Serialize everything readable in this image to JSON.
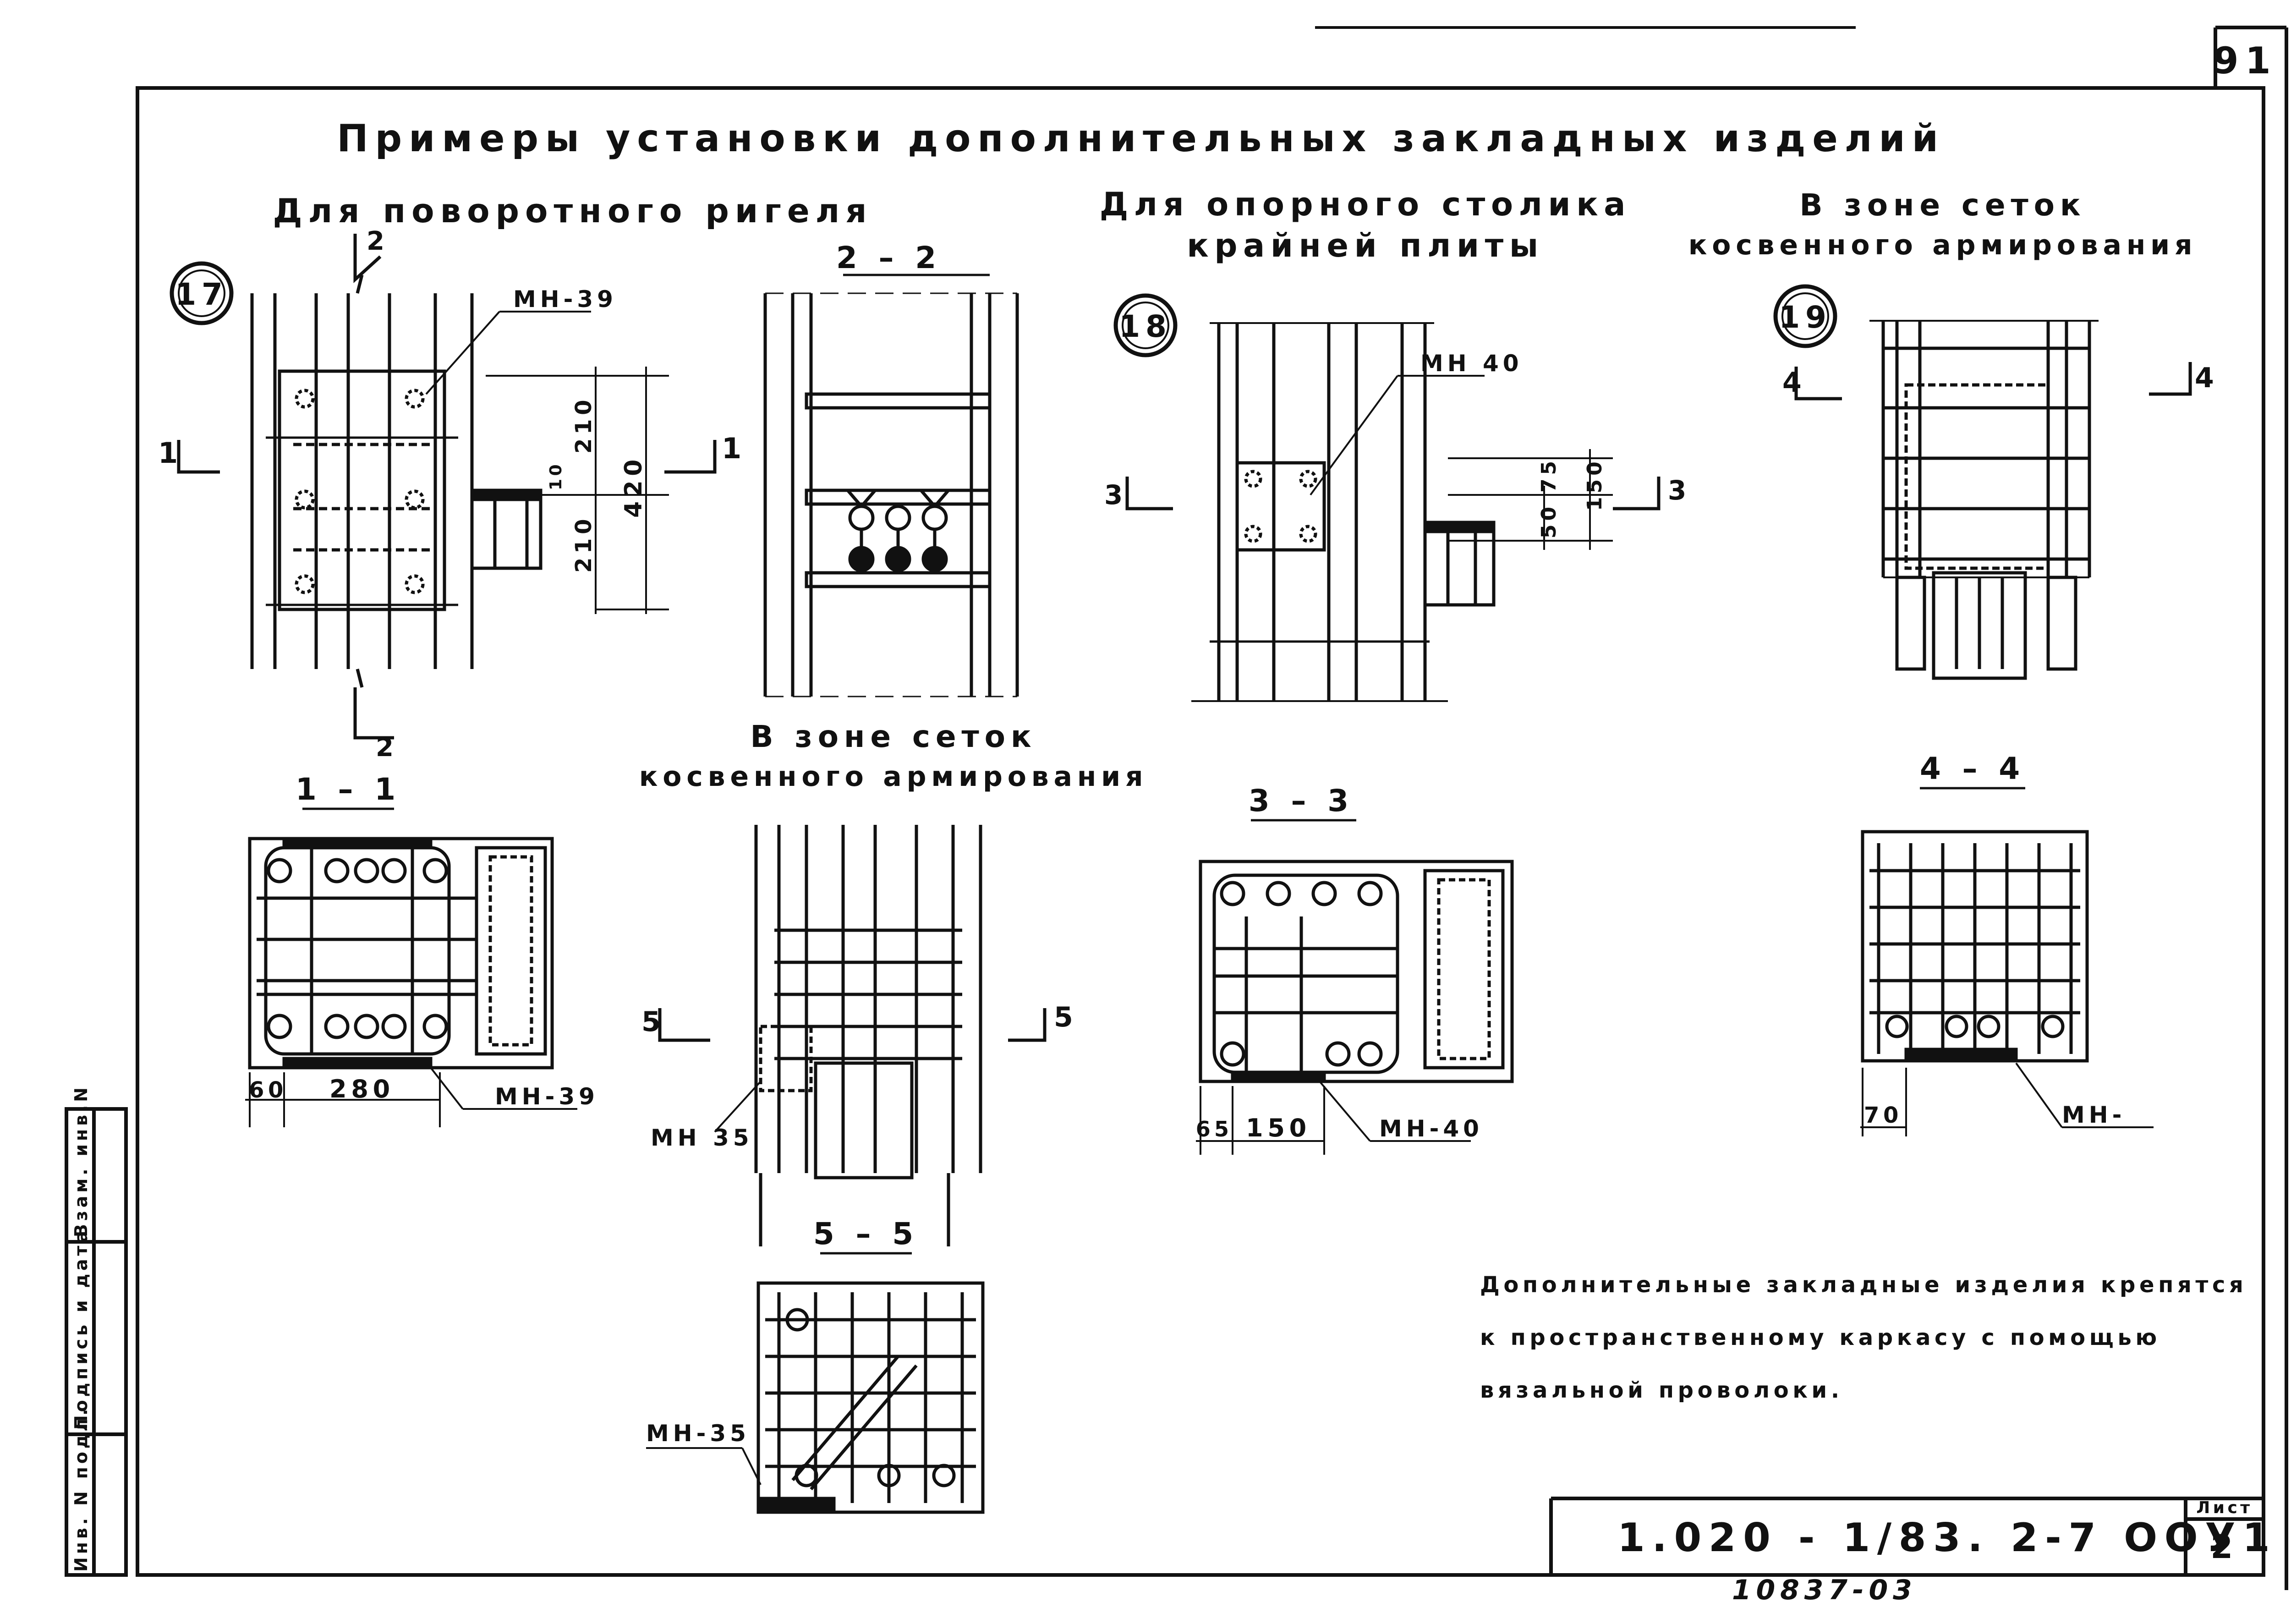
{
  "sheet_number": "91",
  "title": "Примеры установки дополнительных закладных изделий",
  "sections": {
    "rigel": "Для поворотного ригеля",
    "stolik_line1": "Для опорного столика",
    "stolik_line2": "крайней плиты",
    "zone_top_line1": "В зоне сеток",
    "zone_top_line2": "косвенного армирования",
    "zone_mid_line1": "В зоне сеток",
    "zone_mid_line2": "косвенного армирования"
  },
  "nodes": {
    "n17": "17",
    "n18": "18",
    "n19": "19"
  },
  "cuts": {
    "c11": "1 – 1",
    "c22": "2 – 2",
    "c33": "3 – 3",
    "c44": "4 – 4",
    "c55": "5 – 5",
    "m1": "1",
    "m2": "2",
    "m3": "3",
    "m4": "4",
    "m5": "5"
  },
  "parts": {
    "mn39": "МН-39",
    "mn39b": "МН-39",
    "mn40": "МН 40",
    "mn40b": "МН-40",
    "mn35": "МН 35",
    "mn35b": "МН-35",
    "mn_blank": "МН-"
  },
  "dims": {
    "d210a": "210",
    "d210b": "210",
    "d420": "420",
    "d10": "10",
    "d50": "50",
    "d75": "75",
    "d150": "150",
    "d60": "60",
    "d280": "280",
    "d65": "65",
    "d150b": "150",
    "d70": "70"
  },
  "note_line1": "Дополнительные закладные изделия крепятся",
  "note_line2": "к пространственному каркасу с помощью",
  "note_line3": "вязальной проволоки.",
  "stamp": {
    "code": "1.020 - 1/83. 2-7 ООУ1",
    "list_label": "Лист",
    "list_number": "2",
    "bottom_code": "10837-03"
  },
  "side_labels": {
    "inv_orig": "Инв. N подл.",
    "signature": "Подпись и дата",
    "vzam": "Взам. инв.N"
  }
}
